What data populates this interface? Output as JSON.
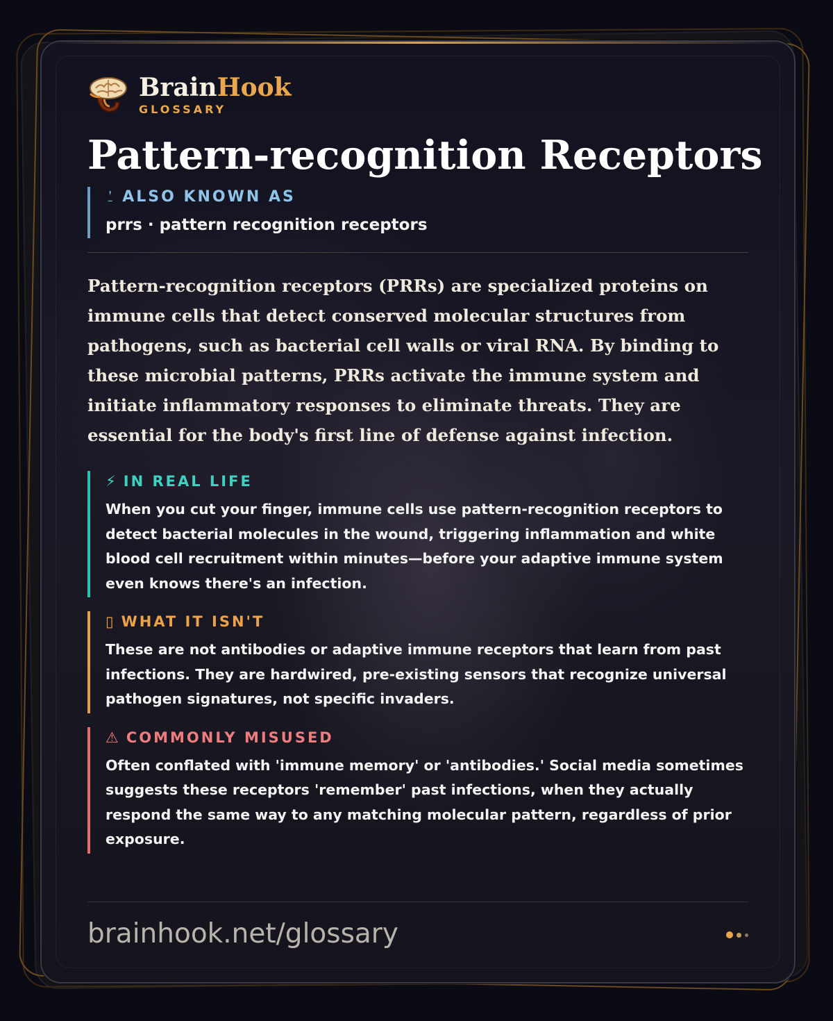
{
  "brand": {
    "name_primary": "Brain",
    "name_accent": "Hook",
    "subtitle": "GLOSSARY",
    "logo_icon": "brain-hook-logo-icon",
    "accent_color": "#e9a84d"
  },
  "term": "Pattern-recognition Receptors",
  "also_known_as": {
    "icon": "lightbulb-icon",
    "icon_glyph": "💡",
    "label": "ALSO KNOWN AS",
    "value": "prrs · pattern recognition receptors",
    "color": "#8fc4e8"
  },
  "definition": "Pattern-recognition receptors (PRRs) are specialized proteins on immune cells that detect conserved molecular structures from pathogens, such as bacterial cell walls or viral RNA. By binding to these microbial patterns, PRRs activate the immune system and initiate inflammatory responses to eliminate threats. They are essential for the body's first line of defense against infection.",
  "sections": {
    "real_life": {
      "icon": "lightning-icon",
      "icon_glyph": "⚡",
      "label": "IN REAL LIFE",
      "body": "When you cut your finger, immune cells use pattern-recognition receptors to detect bacterial molecules in the wound, triggering inflammation and white blood cell recruitment within minutes—before your adaptive immune system even knows there's an infection.",
      "color": "#3ed1c0"
    },
    "what_it_isnt": {
      "icon": "no-entry-icon",
      "icon_glyph": "🚫",
      "label": "WHAT IT ISN'T",
      "body": "These are not antibodies or adaptive immune receptors that learn from past infections. They are hardwired, pre-existing sensors that recognize universal pathogen signatures, not specific invaders.",
      "color": "#eba24a"
    },
    "commonly_misused": {
      "icon": "warning-icon",
      "icon_glyph": "⚠",
      "label": "COMMONLY MISUSED",
      "body": "Often conflated with 'immune memory' or 'antibodies.' Social media sometimes suggests these receptors 'remember' past infections, when they actually respond the same way to any matching molecular pattern, regardless of prior exposure.",
      "color": "#ef7d7d"
    }
  },
  "footer": {
    "url": "brainhook.net/glossary",
    "pager_icon": "pager-dots-icon"
  }
}
